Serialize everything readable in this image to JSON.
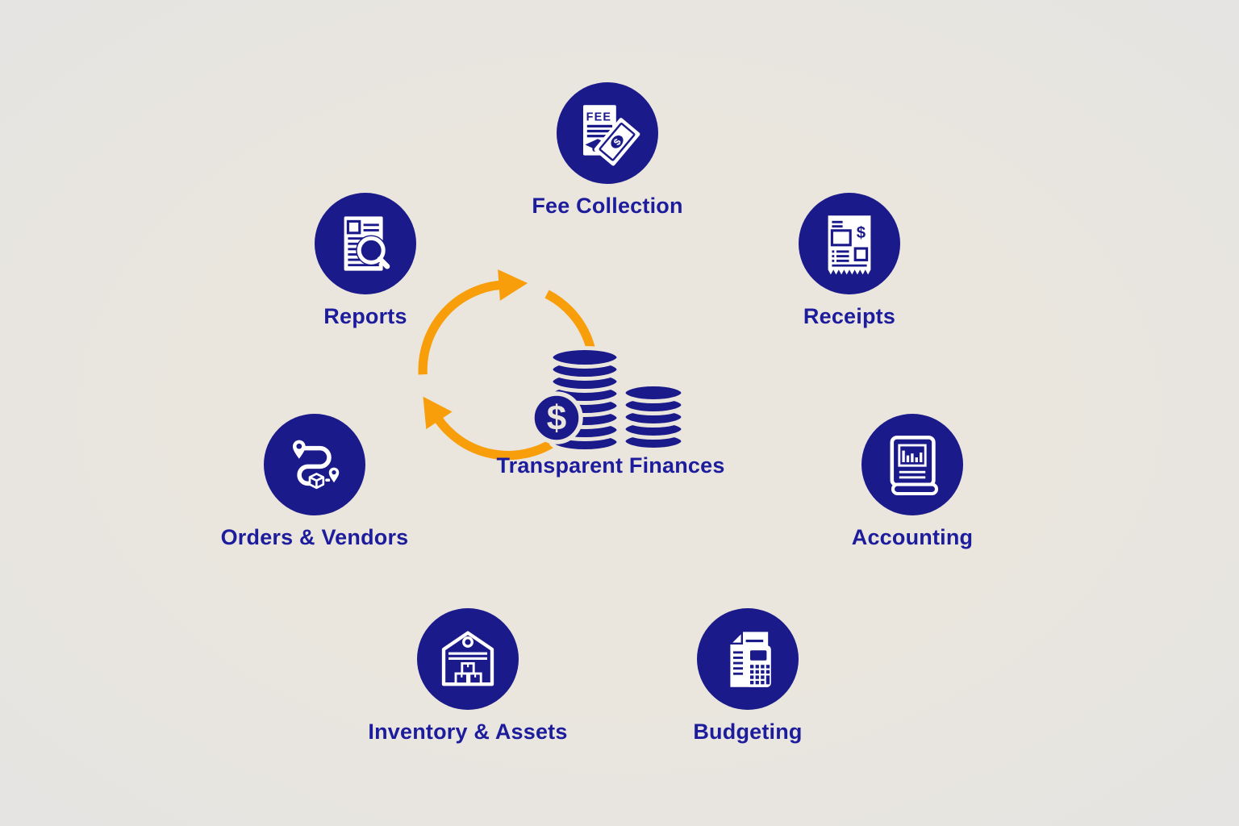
{
  "title": "Transparent Finances",
  "colors": {
    "navy": "#1B1A8A",
    "text": "#1D1C9C",
    "orange": "#F99E0B",
    "bg1": "#EAE6DE",
    "bg2": "#E5E4E2"
  },
  "center": {
    "label": "Transparent Finances",
    "icon": "coin-stacks-dollar-icon"
  },
  "cycle": {
    "segments": 3,
    "direction": "clockwise",
    "style": "three orange arc arrows forming a circle"
  },
  "icon_text": {
    "fee": "FEE",
    "dollar": "$"
  },
  "nodes": [
    {
      "id": "fee-collection",
      "label": "Fee Collection",
      "icon": "fee-invoice-banknote-icon"
    },
    {
      "id": "receipts",
      "label": "Receipts",
      "icon": "receipt-icon"
    },
    {
      "id": "accounting",
      "label": "Accounting",
      "icon": "ledger-book-chart-icon"
    },
    {
      "id": "budgeting",
      "label": "Budgeting",
      "icon": "document-calculator-icon"
    },
    {
      "id": "inventory-assets",
      "label": "Inventory & Assets",
      "icon": "warehouse-boxes-icon"
    },
    {
      "id": "orders-vendors",
      "label": "Orders & Vendors",
      "icon": "route-package-pins-icon"
    },
    {
      "id": "reports",
      "label": "Reports",
      "icon": "report-magnifier-icon"
    }
  ]
}
